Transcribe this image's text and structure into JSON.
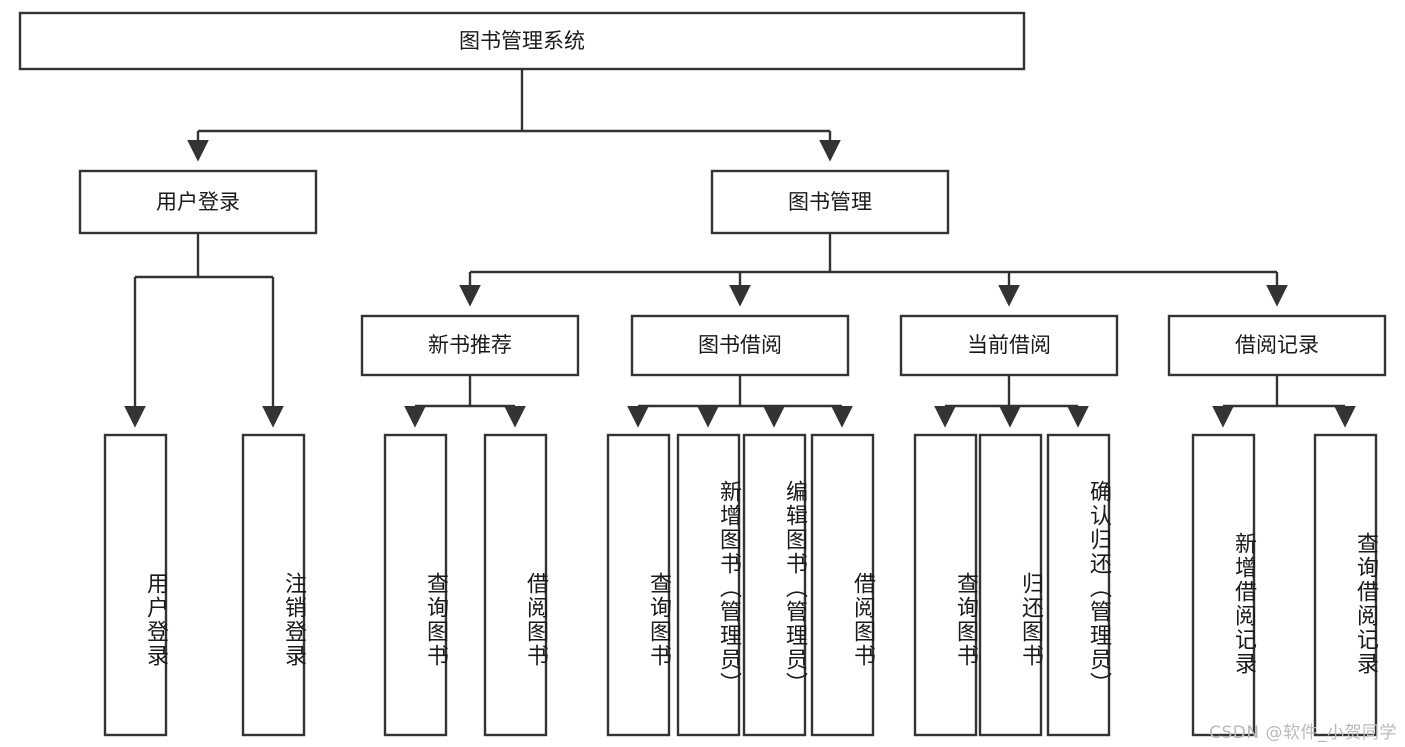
{
  "diagram": {
    "type": "tree",
    "title": "图书管理系统",
    "watermark": "CSDN @软件_小贺同学",
    "colors": {
      "box_stroke": "#333333",
      "box_fill": "#ffffff",
      "text": "#1a1a1a",
      "watermark": "#b9b9b9",
      "background": "#ffffff"
    },
    "root": {
      "label": "图书管理系统",
      "level": 0
    },
    "level1": [
      {
        "label": "用户登录"
      },
      {
        "label": "图书管理"
      }
    ],
    "level2": [
      {
        "label": "新书推荐",
        "parent": "图书管理"
      },
      {
        "label": "图书借阅",
        "parent": "图书管理"
      },
      {
        "label": "当前借阅",
        "parent": "图书管理"
      },
      {
        "label": "借阅记录",
        "parent": "图书管理"
      }
    ],
    "leaves": {
      "用户登录": [
        "用户登录",
        "注销登录"
      ],
      "新书推荐": [
        "查询图书",
        "借阅图书"
      ],
      "图书借阅": [
        "查询图书",
        "新增图书（管理员）",
        "编辑图书（管理员）",
        "借阅图书"
      ],
      "当前借阅": [
        "查询图书",
        "归还图书",
        "确认归还（管理员）"
      ],
      "借阅记录": [
        "新增借阅记录",
        "查询借阅记录"
      ]
    },
    "leaf_labels": [
      "用户登录",
      "注销登录",
      "查询图书",
      "借阅图书",
      "查询图书",
      "新增图书（管理员）",
      "编辑图书（管理员）",
      "借阅图书",
      "查询图书",
      "归还图书",
      "确认归还（管理员）",
      "新增借阅记录",
      "查询借阅记录"
    ]
  }
}
